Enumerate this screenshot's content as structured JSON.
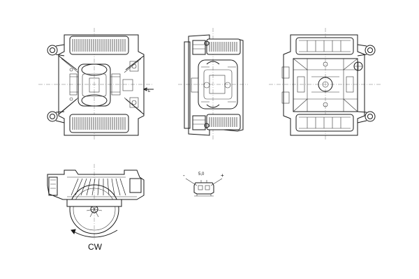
{
  "labels": {
    "rotation": "CW",
    "connector": "5,0",
    "minus": "-",
    "plus": "+",
    "side_mark": "E"
  }
}
